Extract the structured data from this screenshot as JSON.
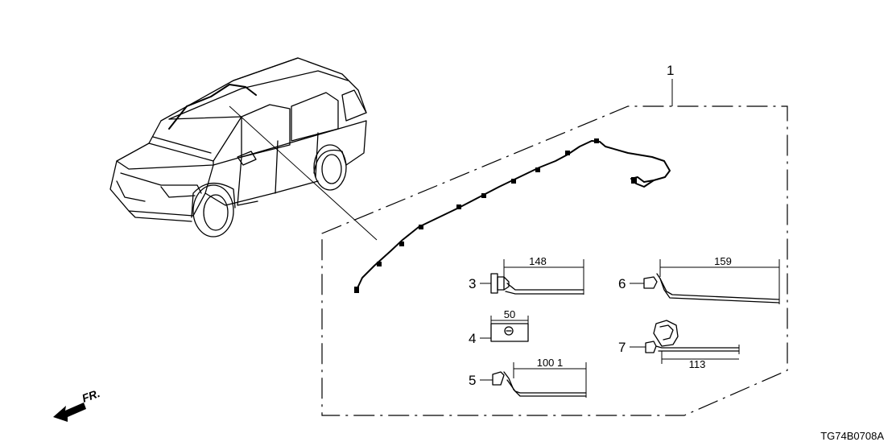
{
  "callouts": {
    "c1": "1",
    "c3": "3",
    "c4": "4",
    "c5": "5",
    "c6": "6",
    "c7": "7"
  },
  "dimensions": {
    "part3": "148",
    "part4": "50",
    "part5": "100 1",
    "part6": "159",
    "part7": "113"
  },
  "direction_label": "FR.",
  "diagram_code": "TG74B0708A"
}
